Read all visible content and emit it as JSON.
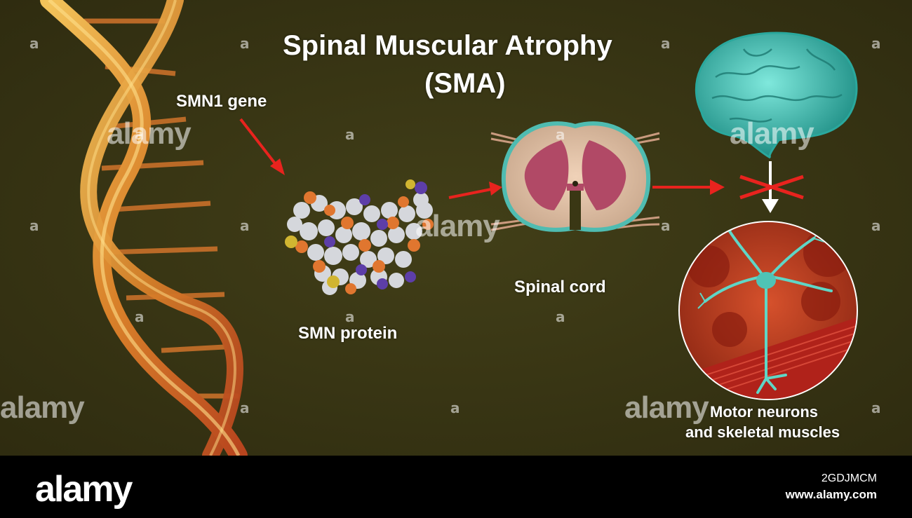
{
  "title": {
    "line1": "Spinal Muscular Atrophy",
    "line2": "(SMA)"
  },
  "labels": {
    "gene": "SMN1 gene",
    "protein": "SMN protein",
    "spinal_cord": "Spinal cord",
    "neurons_line1": "Motor neurons",
    "neurons_line2": "and skeletal muscles"
  },
  "watermark": {
    "word": "alamy",
    "letter": "a"
  },
  "footer": {
    "logo": "alamy",
    "image_id": "2GDJMCM",
    "url": "www.alamy.com"
  },
  "colors": {
    "background": "#3a3714",
    "arrow": "#e8231e",
    "block_cross": "#e8231e",
    "dna": "#e8a22a",
    "brain": "#3cc9bd",
    "neuron": "#5fd6c6"
  },
  "icons": [
    "dna-helix-icon",
    "protein-molecule-icon",
    "spinal-cord-icon",
    "brain-icon",
    "motor-neuron-icon",
    "block-cross-icon",
    "arrow-icon"
  ]
}
